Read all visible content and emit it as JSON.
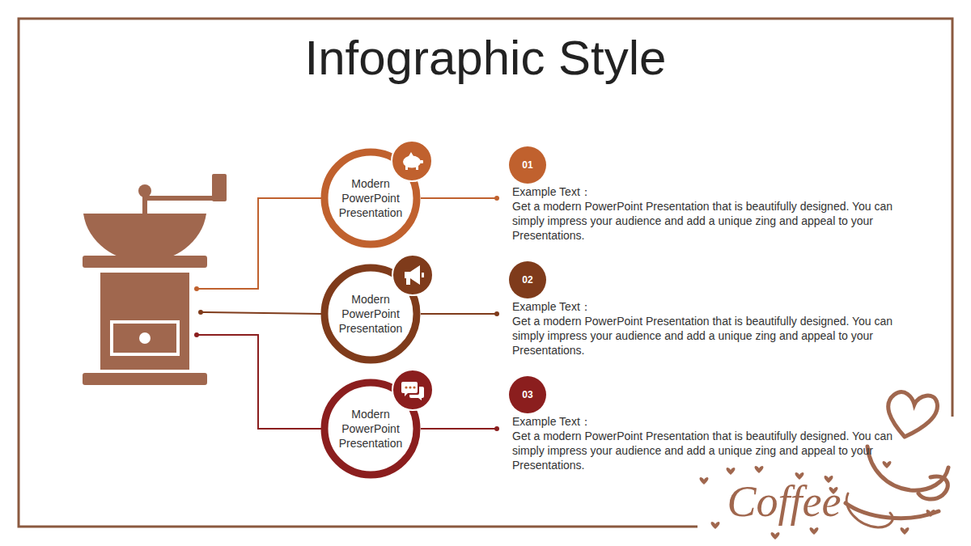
{
  "diagram": {
    "title": "Infographic Style",
    "nodes": [
      {
        "text": [
          "Modern PowerPoint Presentation"
        ]
      },
      {
        "text": [
          "01"
        ]
      },
      {
        "text": [
          "Modern PowerPoint Presentation"
        ]
      },
      {
        "text": [
          "02"
        ]
      },
      {
        "text": [
          "Modern PowerPoint Presentation"
        ]
      },
      {
        "text": [
          "03"
        ]
      }
    ],
    "labels": [
      "Example Text：",
      "Get a modern PowerPoint Presentation that is beautifully designed. You can simply impress your audience and add a unique zing and appeal to your Presentations.",
      "Example Text：",
      "Get a modern PowerPoint Presentation that is beautifully designed. You can simply impress your audience and add a unique zing and appeal to your Presentations.",
      "Example Text：",
      "Get a modern PowerPoint Presentation that is beautifully designed. You can simply impress your audience and add a unique zing and appeal to your Presentations.",
      "Coffee"
    ]
  }
}
